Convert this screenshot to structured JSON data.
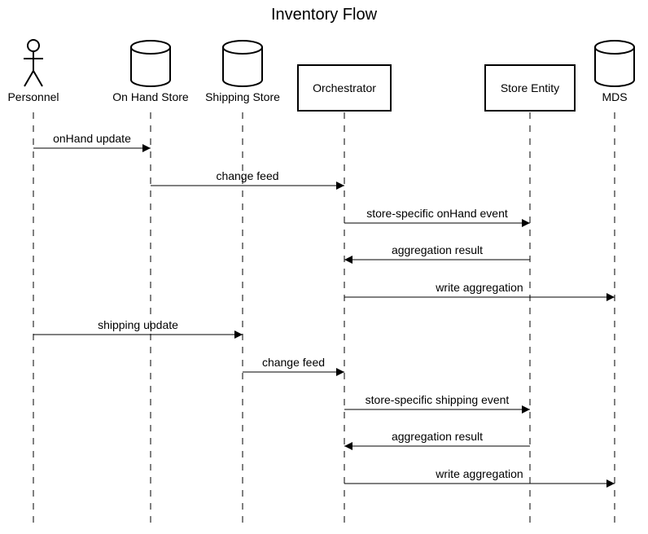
{
  "title": "Inventory Flow",
  "participants": [
    {
      "id": "personnel",
      "label": "Personnel",
      "shape": "actor"
    },
    {
      "id": "onhand",
      "label": "On Hand Store",
      "shape": "database"
    },
    {
      "id": "shipping",
      "label": "Shipping Store",
      "shape": "database"
    },
    {
      "id": "orchestrator",
      "label": "Orchestrator",
      "shape": "box"
    },
    {
      "id": "storeentity",
      "label": "Store Entity",
      "shape": "box"
    },
    {
      "id": "mds",
      "label": "MDS",
      "shape": "database"
    }
  ],
  "messages": [
    {
      "from": "personnel",
      "to": "onhand",
      "label": "onHand update"
    },
    {
      "from": "onhand",
      "to": "orchestrator",
      "label": "change feed"
    },
    {
      "from": "orchestrator",
      "to": "storeentity",
      "label": "store-specific onHand event"
    },
    {
      "from": "storeentity",
      "to": "orchestrator",
      "label": "aggregation result"
    },
    {
      "from": "orchestrator",
      "to": "mds",
      "label": "write aggregation"
    },
    {
      "from": "personnel",
      "to": "shipping",
      "label": "shipping update"
    },
    {
      "from": "shipping",
      "to": "orchestrator",
      "label": "change feed"
    },
    {
      "from": "orchestrator",
      "to": "storeentity",
      "label": "store-specific shipping event"
    },
    {
      "from": "storeentity",
      "to": "orchestrator",
      "label": "aggregation result"
    },
    {
      "from": "orchestrator",
      "to": "mds",
      "label": "write aggregation"
    }
  ]
}
